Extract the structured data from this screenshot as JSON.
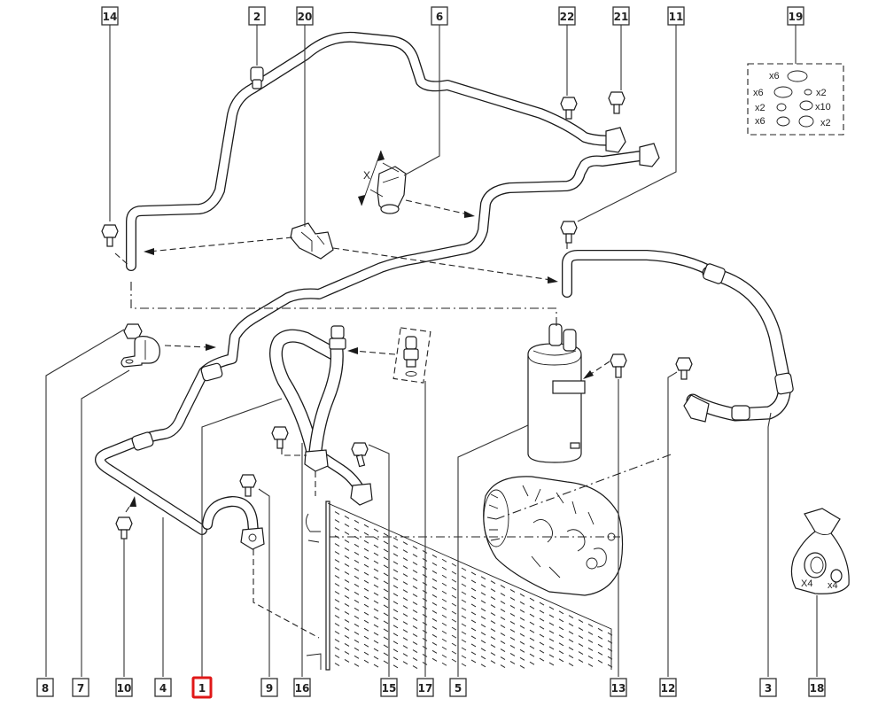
{
  "diagram": {
    "title": "Air conditioning refrigerant circuit - exploded view",
    "selected_callout": "1",
    "highlight_color": "#e01818",
    "line_color": "#1a1a1a",
    "dimension_label": "X",
    "callouts_top": [
      "14",
      "2",
      "20",
      "6",
      "22",
      "21",
      "11",
      "19"
    ],
    "callouts_bottom": [
      "8",
      "7",
      "10",
      "4",
      "1",
      "9",
      "16",
      "15",
      "17",
      "5",
      "13",
      "12",
      "3",
      "18"
    ],
    "seal_kit": {
      "callout": "19",
      "items": [
        {
          "qty": "x6",
          "ring": "large"
        },
        {
          "qty": "x6",
          "ring": "large"
        },
        {
          "qty": "x2",
          "ring": "small"
        },
        {
          "qty": "x2",
          "ring": "small"
        },
        {
          "qty": "x10",
          "ring": "medium"
        },
        {
          "qty": "x6",
          "ring": "medium"
        },
        {
          "qty": "x2",
          "ring": "medium"
        }
      ]
    },
    "cap_bag": {
      "callout": "18",
      "large_cap_qty": "X4",
      "small_cap_qty": "x4"
    }
  }
}
